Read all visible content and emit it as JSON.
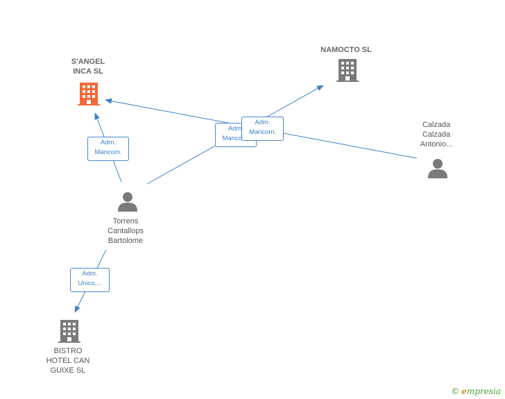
{
  "nodes": {
    "sangel": {
      "name": "S'ANGEL\nINCA  SL",
      "type": "company",
      "color": "#f26a3a"
    },
    "namocto": {
      "name": "NAMOCTO  SL",
      "type": "company",
      "color": "#7a7a7a"
    },
    "calzada": {
      "name": "Calzada\nCalzada\nAntonio...",
      "type": "person",
      "color": "#7a7a7a"
    },
    "torrens": {
      "name": "Torrens\nCantallops\nBartolome",
      "type": "person",
      "color": "#7a7a7a"
    },
    "bistro": {
      "name": "BISTRO\nHOTEL CAN\nGUIXE  SL",
      "type": "company",
      "color": "#7a7a7a"
    }
  },
  "edges": {
    "torrens_sangel": "Adm.\nMancom.",
    "torrens_namocto": "Adm.\nMancom.",
    "calzada_sangel": "Adm.\nMancom.",
    "torrens_bistro": "Adm.\nUnico,..."
  },
  "colors": {
    "edge": "#3f7fc4"
  },
  "brand": {
    "copyright": "©",
    "first_letter": "e",
    "rest": "mpresia"
  }
}
